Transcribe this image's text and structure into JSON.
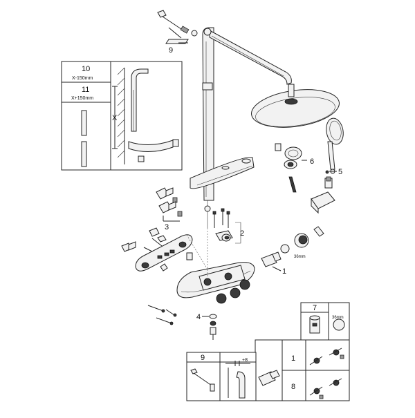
{
  "callouts": {
    "c1": "1",
    "c2": "2",
    "c3": "3",
    "c4": "4",
    "c5": "5",
    "c6": "6",
    "c9": "9"
  },
  "inset_main": {
    "label_10": "10",
    "label_10_dim": "X-150mm",
    "label_11": "11",
    "label_11_dim": "X+150mm",
    "dim_x": "X"
  },
  "wrench_note": "36mm",
  "inset_7": {
    "label": "7",
    "wrench": "36mm"
  },
  "inset_9": {
    "label": "9",
    "dim": "+8"
  },
  "inset_1_8": {
    "label_1": "1",
    "label_8": "8"
  }
}
